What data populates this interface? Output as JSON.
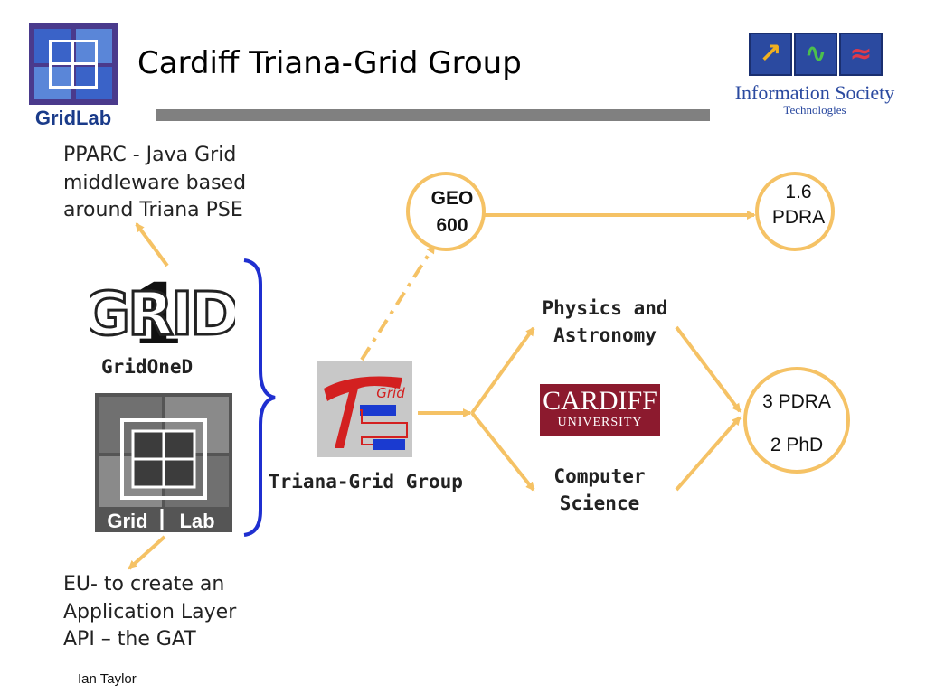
{
  "slide": {
    "title": "Cardiff Triana-Grid Group",
    "footer": "Ian Taylor"
  },
  "logos": {
    "gridlab_small_caption": "GridLab",
    "ist_name": "Information Society",
    "ist_sub": "Technologies",
    "gridone_text": "GRID",
    "gridone_numeral": "1",
    "gridlab_big_left": "Grid",
    "gridlab_big_right": "Lab",
    "triana_grid_text": "Grid",
    "cardiff_line1": "CARDIFF",
    "cardiff_line2": "UNIVERSITY"
  },
  "notes": {
    "ppare": "PPARC - Java Grid\nmiddleware based\naround Triana PSE",
    "eu": "EU- to create an\nApplication Layer\nAPI – the GAT"
  },
  "labels": {
    "gridoned": "GridOneD",
    "triana_group": "Triana-Grid Group",
    "physics": "Physics and\nAstronomy",
    "cs": "Computer\nScience"
  },
  "circles": {
    "geo": "GEO\n600",
    "pdra16": "1.6\nPDRA",
    "pdra3": "3 PDRA\n2 PhD"
  },
  "colors": {
    "arrow": "#f5c265",
    "brace": "#1f2fd0",
    "gridlab_blue": "#1a3b8a",
    "cardiff_red": "#8c1a2e",
    "title_bar": "#808080"
  }
}
